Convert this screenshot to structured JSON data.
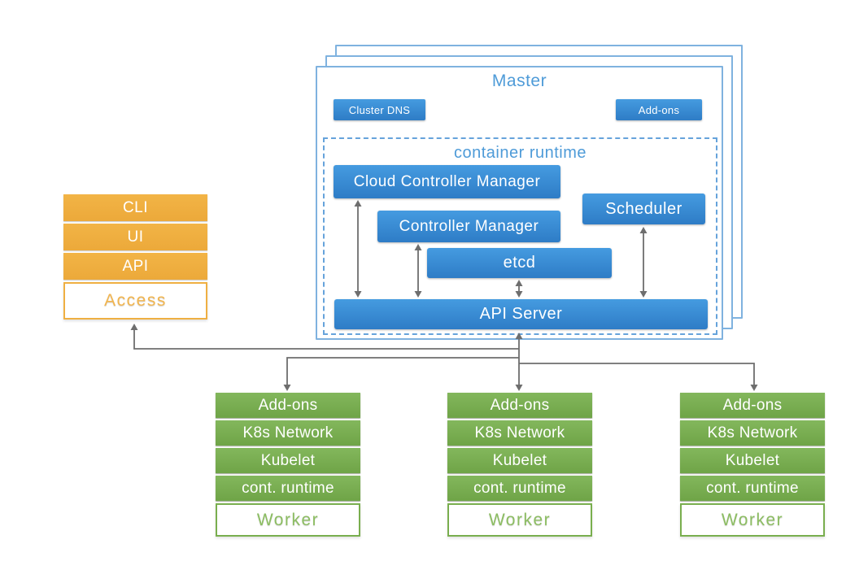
{
  "colors": {
    "accent_blue": "#4E9BD8",
    "border_blue": "#7FB2DF",
    "dash_blue": "#66A3DB",
    "blue_top": "#459BE0",
    "blue_bottom": "#2E7CC6",
    "accent_orange": "#EFAF42",
    "orange_top": "#F2B446",
    "orange_bottom": "#ECA93A",
    "orange_text": "#F2B54E",
    "accent_green": "#79AE4E",
    "green_top": "#83B75C",
    "green_bottom": "#6FA447",
    "green_text": "#8CBD62",
    "arrow_gray": "#6E6E6E"
  },
  "access_stack": {
    "items": [
      "CLI",
      "UI",
      "API"
    ],
    "footer": "Access"
  },
  "master": {
    "title": "Master",
    "cluster_dns": "Cluster DNS",
    "addons": "Add-ons",
    "container_runtime": {
      "title": "container runtime",
      "cloud_controller_manager": "Cloud Controller Manager",
      "controller_manager": "Controller Manager",
      "scheduler": "Scheduler",
      "etcd": "etcd",
      "api_server": "API Server"
    }
  },
  "workers": [
    {
      "rows": [
        "Add-ons",
        "K8s Network",
        "Kubelet",
        "cont. runtime"
      ],
      "footer": "Worker"
    },
    {
      "rows": [
        "Add-ons",
        "K8s Network",
        "Kubelet",
        "cont. runtime"
      ],
      "footer": "Worker"
    },
    {
      "rows": [
        "Add-ons",
        "K8s Network",
        "Kubelet",
        "cont. runtime"
      ],
      "footer": "Worker"
    }
  ]
}
